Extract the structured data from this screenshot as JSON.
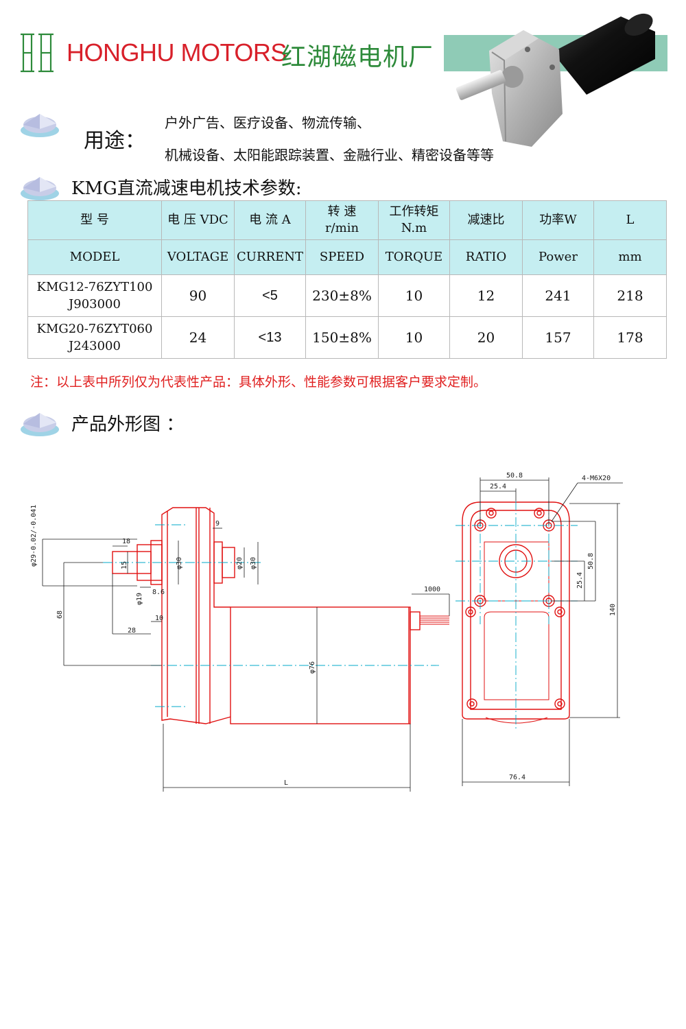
{
  "header": {
    "brand_en": "HONGHU MOTORS",
    "brand_cn": "红湖磁电机厂",
    "logo_icon": "honghu-h-logo",
    "brand_color": "#d8202a",
    "brand_cn_color": "#2d8a3a",
    "band_color": "#8fcbb6"
  },
  "usage": {
    "label": "用途：",
    "line1": "户外广告、医疗设备、物流传输、",
    "line2": "机械设备、太阳能跟踪装置、金融行业、精密设备等等"
  },
  "specs": {
    "title": "KMG直流减速电机技术参数:",
    "header_color": "#c5eef1",
    "headers_cn": [
      {
        "a": "型 号",
        "b": ""
      },
      {
        "a": "电 压 VDC",
        "b": ""
      },
      {
        "a": "电 流 A",
        "b": ""
      },
      {
        "a": "转 速",
        "b": "r/min"
      },
      {
        "a": "工作转矩",
        "b": "N.m"
      },
      {
        "a": "减速比",
        "b": ""
      },
      {
        "a": "功率W",
        "b": ""
      },
      {
        "a": "L",
        "b": ""
      }
    ],
    "headers_en": [
      "MODEL",
      "VOLTAGE",
      "CURRENT",
      "SPEED",
      "TORQUE",
      "RATIO",
      "Power",
      "mm"
    ],
    "rows": [
      {
        "model_a": "KMG12-76ZYT100",
        "model_b": "J903000",
        "voltage": "90",
        "current": "<5",
        "speed": "230±8%",
        "torque": "10",
        "ratio": "12",
        "power": "241",
        "l": "218"
      },
      {
        "model_a": "KMG20-76ZYT060",
        "model_b": "J243000",
        "voltage": "24",
        "current": "<13",
        "speed": "150±8%",
        "torque": "10",
        "ratio": "20",
        "power": "157",
        "l": "178"
      }
    ]
  },
  "note": "注：以上表中所列仅为代表性产品：具体外形、性能参数可根据客户要求定制。",
  "outline": {
    "title": "产品外形图 ：",
    "line_color": "#e01010",
    "dim_color": "#00a8c8",
    "dims": {
      "d29": "φ29-0.02/-0.041",
      "d18": "18",
      "d15": "15",
      "d30a": "φ30",
      "d9": "9",
      "d20": "φ20",
      "d30b": "φ30",
      "d19": "φ19",
      "d86": "8.6",
      "d68": "68",
      "d10": "10",
      "d28": "28",
      "d76": "φ76",
      "d1000": "1000",
      "dL": "L",
      "d508": "50.8",
      "d254": "25.4",
      "m6": "4-M6X20",
      "d508v": "50.8",
      "d254v": "25.4",
      "d140": "140",
      "d764": "76.4"
    }
  }
}
